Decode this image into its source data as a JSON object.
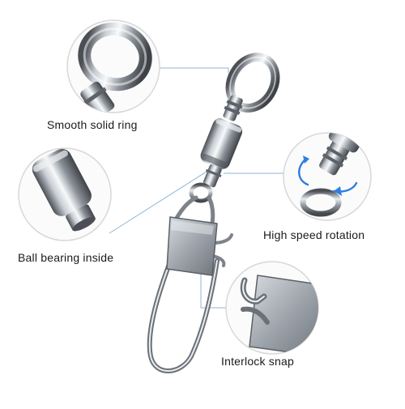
{
  "callouts": {
    "ring": {
      "label": "Smooth solid ring"
    },
    "bearing": {
      "label": "Ball bearing inside"
    },
    "rotation": {
      "label": "High speed rotation"
    },
    "snap": {
      "label": "Interlock snap"
    }
  },
  "colors": {
    "leader_line": "#8fb6d8",
    "rotation_arrow": "#2f7fe0",
    "metal_dark": "#5b5f66",
    "metal_light": "#f2f4f6",
    "circle_border": "#d8d8d8"
  }
}
